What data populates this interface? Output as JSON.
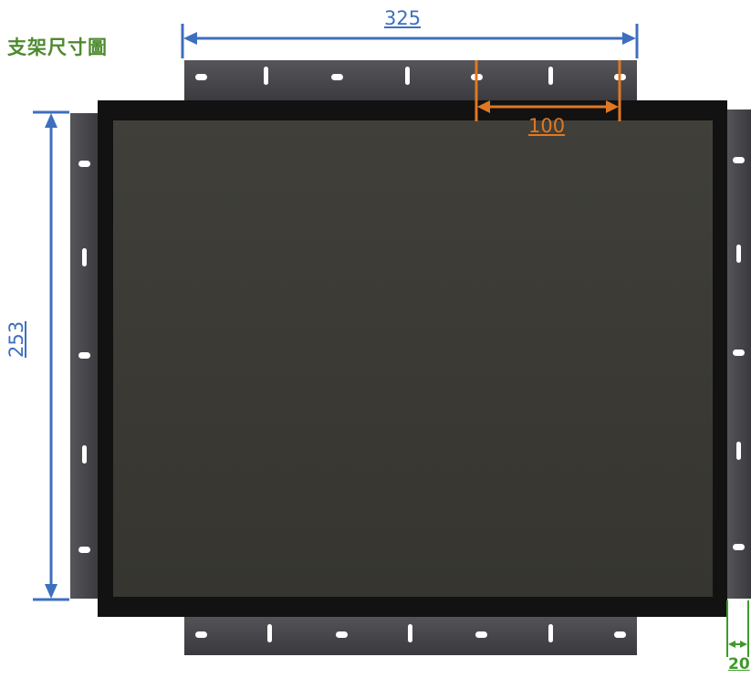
{
  "title": "支架尺寸圖",
  "dimensions": {
    "width": "325",
    "height": "253",
    "hole_spacing": "100",
    "margin": "20"
  },
  "colors": {
    "title": "#4e8a2e",
    "width_dim": "#3e6fbf",
    "height_dim": "#3e6fbf",
    "hole_dim": "#e07822",
    "margin_dim": "#3f9a2b",
    "screen": "#3b3a35",
    "bezel": "#111111",
    "bracket": "#46464a"
  }
}
